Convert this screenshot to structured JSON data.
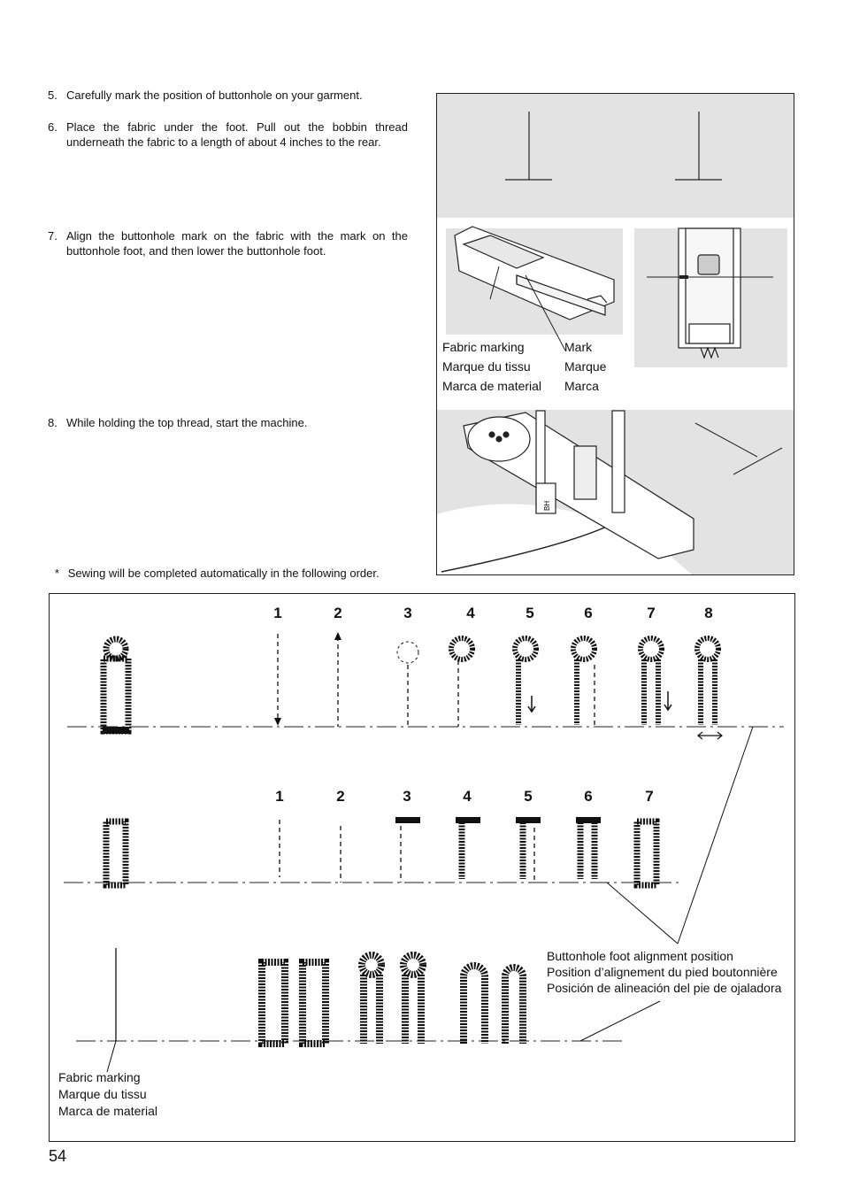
{
  "instructions": [
    {
      "num": "5.",
      "text": "Carefully mark the position of buttonhole on your garment."
    },
    {
      "num": "6.",
      "text": "Place the fabric under the foot. Pull out the bobbin thread underneath the fabric to a length of about 4 inches to the rear."
    },
    {
      "num": "7.",
      "text": "Align the buttonhole mark on the fabric with the mark on the buttonhole foot, and then lower the buttonhole foot."
    },
    {
      "num": "8.",
      "text": "While holding the top thread, start the machine."
    }
  ],
  "note": {
    "mark": "*",
    "text": "Sewing will be completed automatically in the following order."
  },
  "figure_top": {
    "fabric_marking": [
      "Fabric marking",
      "Marque du tissu",
      "Marca de material"
    ],
    "mark": [
      "Mark",
      "Marque",
      "Marca"
    ],
    "foot_letters": "BH"
  },
  "diagram": {
    "row1_steps": [
      "1",
      "2",
      "3",
      "4",
      "5",
      "6",
      "7",
      "8"
    ],
    "row2_steps": [
      "1",
      "2",
      "3",
      "4",
      "5",
      "6",
      "7"
    ],
    "alignment_label": [
      "Buttonhole foot alignment position",
      "Position d’alignement du pied boutonnière",
      "Posición de alineación del pie de ojaladora"
    ],
    "fabric_marking": [
      "Fabric marking",
      "Marque du tissu",
      "Marca de material"
    ]
  },
  "page_number": "54"
}
